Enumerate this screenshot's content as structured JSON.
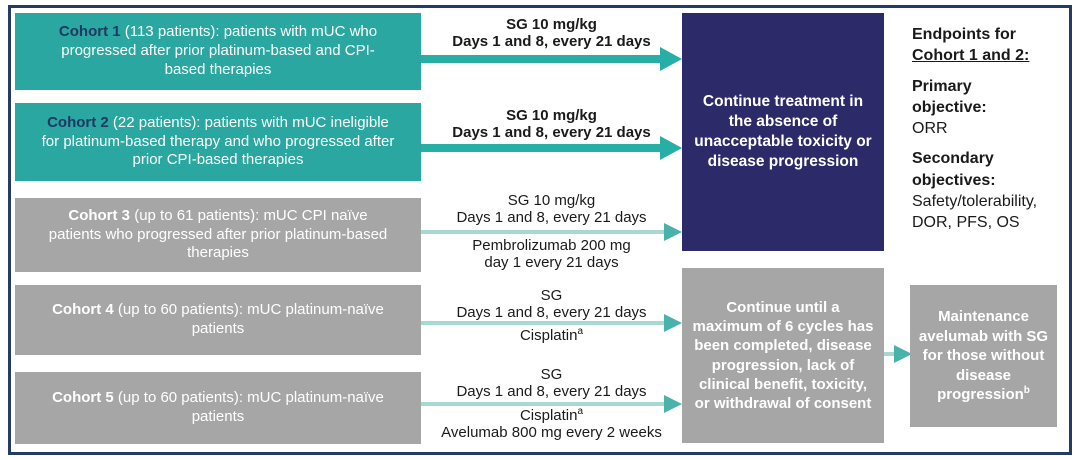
{
  "title": "Study design diagram with five cohorts, treatment regimens and endpoints",
  "cohorts": [
    {
      "label": "Cohort 1",
      "description": " (113 patients): patients with mUC who progressed after prior platinum-based and CPI-based therapies"
    },
    {
      "label": "Cohort 2",
      "description": " (22 patients): patients with mUC ineligible for platinum-based therapy and who progressed after prior CPI-based therapies"
    },
    {
      "label": "Cohort 3",
      "description": " (up to 61 patients): mUC CPI naïve patients who progressed after prior platinum-based therapies"
    },
    {
      "label": "Cohort 4",
      "description": " (up to 60 patients): mUC platinum-naïve patients"
    },
    {
      "label": "Cohort 5",
      "description": " (up to 60 patients): mUC platinum-naïve patients"
    }
  ],
  "arms": [
    {
      "above1": "SG 10 mg/kg",
      "above2": "Days 1 and 8, every 21 days"
    },
    {
      "above1": "SG 10 mg/kg",
      "above2": "Days 1 and 8, every 21 days"
    },
    {
      "above1": "SG 10 mg/kg",
      "above2": "Days 1 and 8, every 21 days",
      "below1": "Pembrolizumab 200 mg",
      "below2": "day 1 every 21 days"
    },
    {
      "above1": "SG",
      "above2": "Days 1 and 8, every 21 days",
      "below1": "Cisplatin",
      "below1_sup": "a"
    },
    {
      "above1": "SG",
      "above2": "Days 1 and 8, every 21 days",
      "below1": "Cisplatin",
      "below1_sup": "a",
      "below2": "Avelumab 800 mg every 2 weeks"
    }
  ],
  "outcome_boxes": {
    "continue_treatment": "Continue treatment in the absence of unacceptable toxicity or disease progression",
    "continue_until": "Continue until a maximum of 6 cycles has been completed, disease progression, lack of clinical benefit, toxicity, or withdrawal of consent",
    "maintenance": "Maintenance avelumab with SG for those without disease progression",
    "maintenance_sup": "b"
  },
  "endpoints": {
    "heading1": "Endpoints for",
    "heading2": "Cohort 1 and 2:",
    "primary_line1": "Primary",
    "primary_line2": "objective:",
    "primary_value": "ORR",
    "secondary_line1": "Secondary",
    "secondary_line2": "objectives:",
    "secondary_value1": "Safety/tolerability,",
    "secondary_value2": "DOR, PFS, OS"
  },
  "colors": {
    "teal_box": "#29A7A0",
    "gray_box": "#A6A6A6",
    "navy_box": "#2D2A69",
    "frame_border": "#243B63",
    "cohort_label_navy": "#1F3864",
    "arrow_teal": "#27AEA6",
    "arrow_light_shaft": "#A9D8D3",
    "arrow_light_head": "#49B2AB"
  }
}
